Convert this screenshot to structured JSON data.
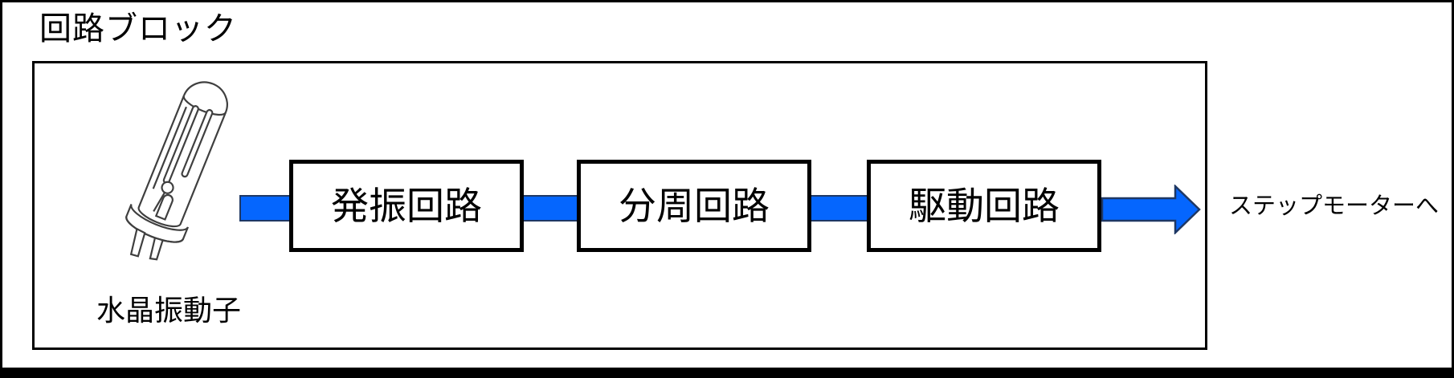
{
  "diagram": {
    "title": "回路ブロック",
    "crystal": {
      "icon": "crystal-oscillator-icon",
      "label": "水晶振動子"
    },
    "blocks": [
      {
        "id": "oscillator-circuit",
        "label": "発振回路"
      },
      {
        "id": "divider-circuit",
        "label": "分周回路"
      },
      {
        "id": "driver-circuit",
        "label": "駆動回路"
      }
    ],
    "connectors": [
      {
        "from": "crystal",
        "to": "oscillator-circuit",
        "shape": "bar"
      },
      {
        "from": "oscillator-circuit",
        "to": "divider-circuit",
        "shape": "bar"
      },
      {
        "from": "divider-circuit",
        "to": "driver-circuit",
        "shape": "bar"
      },
      {
        "from": "driver-circuit",
        "to": "output",
        "shape": "arrow-right"
      }
    ],
    "output_label": "ステップモーターへ",
    "colors": {
      "connector_fill": "#0566fe",
      "connector_border": "#1f3864",
      "box_border": "#000000",
      "background": "#ffffff"
    }
  }
}
